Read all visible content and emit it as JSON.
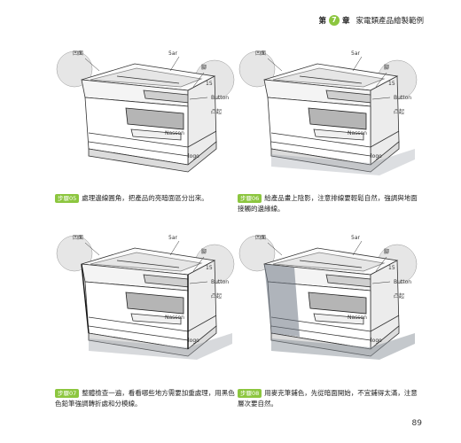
{
  "header": {
    "chapter_prefix": "第",
    "chapter_number": "7",
    "chapter_suffix": "章",
    "title": "家電類產品繪製範例"
  },
  "colors": {
    "accent": "#8cc63f",
    "text": "#222222",
    "ink": "#333333",
    "shade": "#9aa0a8"
  },
  "panels": [
    {
      "badge": "步驟05",
      "caption": "處理邊線圓角，把產品的亮暗面區分出來。",
      "labels": [
        "凹面",
        "5ar",
        "腳",
        "15",
        "Button",
        "凸起",
        "Nasson",
        "logo"
      ]
    },
    {
      "badge": "步驟06",
      "caption": "給產品畫上陰影，注意排線要輕鬆自然，強調與地面接觸的邊緣線。",
      "labels": [
        "凹面",
        "5ar",
        "腳",
        "15",
        "Button",
        "凸起",
        "Nasson",
        "logo"
      ]
    },
    {
      "badge": "步驟07",
      "caption": "整體檢查一遍，看看哪些地方需要加重處理，用黑色色鉛筆強調轉折處和分模線。",
      "labels": [
        "凹面",
        "5ar",
        "腳",
        "15",
        "Button",
        "凸起",
        "Nasson",
        "logo"
      ]
    },
    {
      "badge": "步驟08",
      "caption": "用麥克筆鋪色，先從暗面開始，不宜鋪得太滿，注意層次要自然。",
      "labels": [
        "凹面",
        "5ar",
        "腳",
        "15",
        "Button",
        "凸起",
        "Nasson",
        "logo"
      ]
    }
  ],
  "page_number": "89"
}
